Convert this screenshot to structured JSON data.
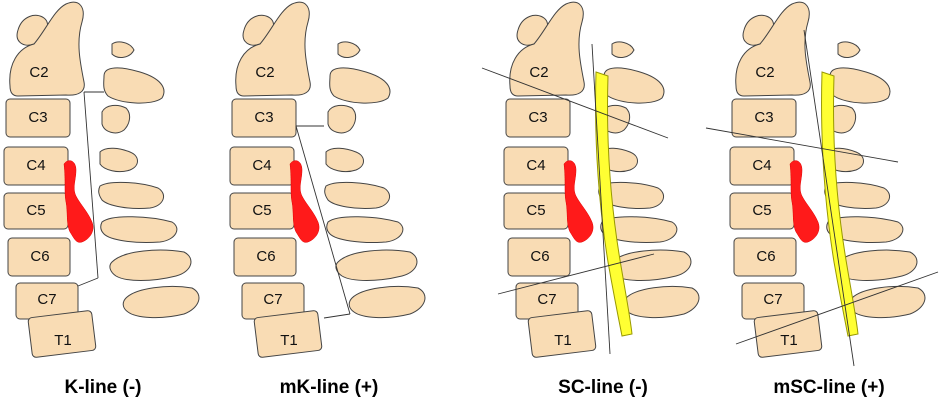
{
  "panels": [
    {
      "id": "k-line-neg",
      "caption": "K-line (-)",
      "variant": "k-neg",
      "labels": [
        "C2",
        "C3",
        "C4",
        "C5",
        "C6",
        "C7",
        "T1"
      ]
    },
    {
      "id": "mk-line-pos",
      "caption": "mK-line (+)",
      "variant": "mk-pos",
      "labels": [
        "C2",
        "C3",
        "C4",
        "C5",
        "C6",
        "C7",
        "T1"
      ]
    },
    {
      "id": "sc-line-neg",
      "caption": "SC-line (-)",
      "variant": "sc-neg",
      "labels": [
        "C2",
        "C3",
        "C4",
        "C5",
        "C6",
        "C7",
        "T1"
      ]
    },
    {
      "id": "msc-line-pos",
      "caption": "mSC-line (+)",
      "variant": "msc-pos",
      "labels": [
        "C2",
        "C3",
        "C4",
        "C5",
        "C6",
        "C7",
        "T1"
      ]
    }
  ],
  "colors": {
    "bone": "#f9dcb4",
    "lesion": "#ff1a1a",
    "spinal_cord": "#ffff33",
    "line": "#333333"
  }
}
